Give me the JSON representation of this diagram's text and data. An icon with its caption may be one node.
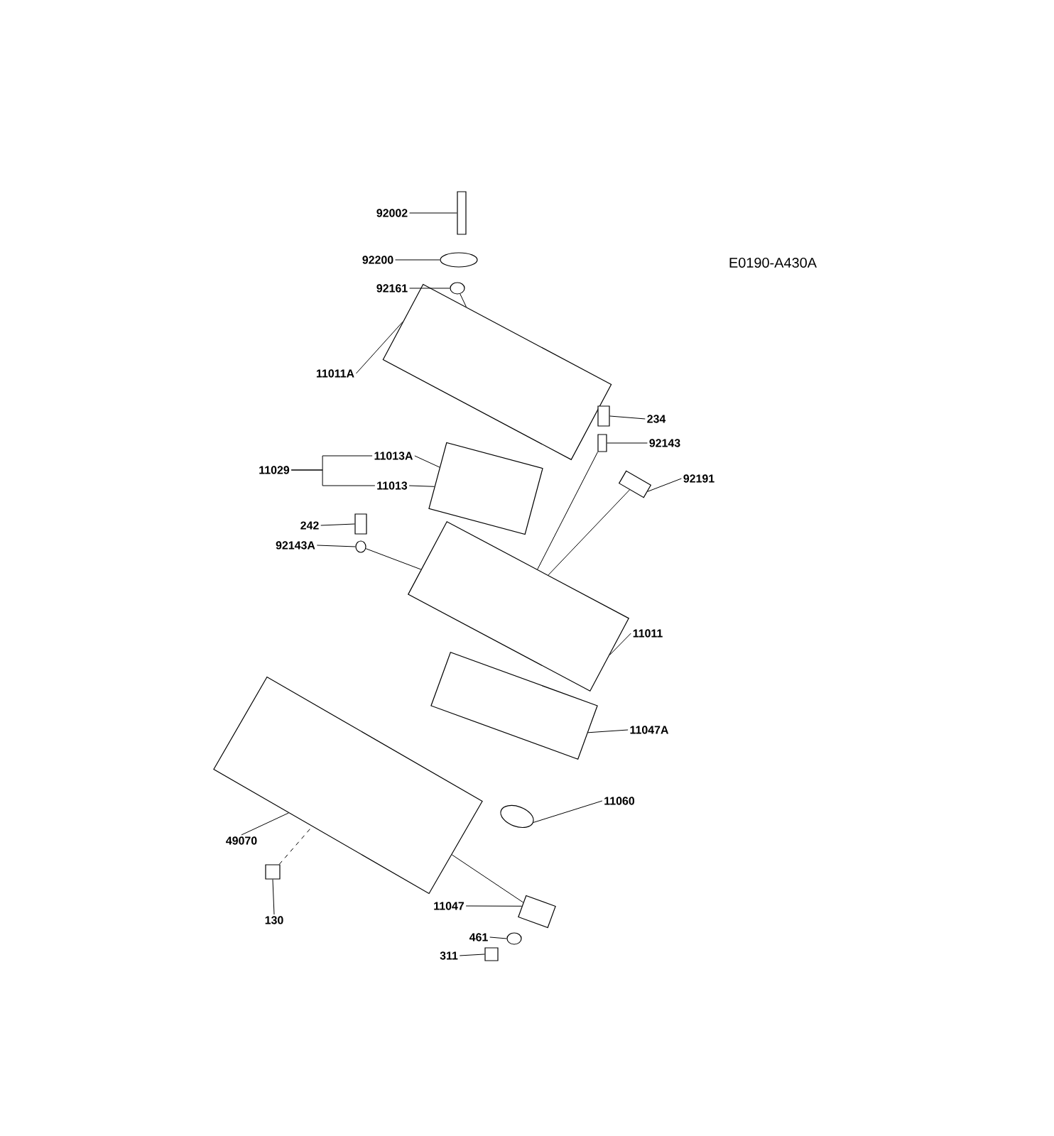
{
  "diagram": {
    "nodes": [
      {
        "text": [
          "92002"
        ]
      },
      {
        "text": [],
        "shape": "box"
      },
      {
        "text": [
          "92200"
        ]
      },
      {
        "text": [],
        "shape": "circle"
      },
      {
        "text": [
          "92161"
        ]
      },
      {
        "text": [],
        "shape": "circle"
      },
      {
        "text": [
          "11011A"
        ]
      },
      {
        "text": [],
        "shape": "box"
      },
      {
        "text": [
          "234"
        ]
      },
      {
        "text": [],
        "shape": "box"
      },
      {
        "text": [
          "92143"
        ]
      },
      {
        "text": [],
        "shape": "box"
      },
      {
        "text": [
          "92191"
        ]
      },
      {
        "text": [],
        "shape": "box"
      },
      {
        "text": [
          "11029"
        ]
      },
      {
        "text": [
          "11013A"
        ]
      },
      {
        "text": [
          "11013"
        ]
      },
      {
        "text": [],
        "shape": "box"
      },
      {
        "text": [
          "242"
        ]
      },
      {
        "text": [],
        "shape": "box"
      },
      {
        "text": [
          "92143A"
        ]
      },
      {
        "text": [],
        "shape": "circle"
      },
      {
        "text": [
          "11011"
        ]
      },
      {
        "text": [],
        "shape": "box"
      },
      {
        "text": [
          "11047A"
        ]
      },
      {
        "text": [],
        "shape": "box"
      },
      {
        "text": [
          "49070"
        ]
      },
      {
        "text": [],
        "shape": "box"
      },
      {
        "text": [
          "11060"
        ]
      },
      {
        "text": [],
        "shape": "circle"
      },
      {
        "text": [
          "130"
        ]
      },
      {
        "text": [],
        "shape": "box"
      },
      {
        "text": [
          "11047"
        ]
      },
      {
        "text": [],
        "shape": "box"
      },
      {
        "text": [
          "461"
        ]
      },
      {
        "text": [],
        "shape": "circle"
      },
      {
        "text": [
          "311"
        ]
      },
      {
        "text": [],
        "shape": "box"
      }
    ],
    "edges": [
      {
        "from": 0,
        "to": 1,
        "arrow": "none"
      },
      {
        "from": 2,
        "to": 3,
        "arrow": "none"
      },
      {
        "from": 4,
        "to": 5,
        "arrow": "none"
      },
      {
        "from": 6,
        "to": 7,
        "arrow": "none"
      },
      {
        "from": 8,
        "to": 9,
        "arrow": "none"
      },
      {
        "from": 10,
        "to": 11,
        "arrow": "none"
      },
      {
        "from": 12,
        "to": 13,
        "arrow": "none"
      },
      {
        "from": 14,
        "to": 15,
        "arrow": "none"
      },
      {
        "from": 14,
        "to": 16,
        "arrow": "none"
      },
      {
        "from": 15,
        "to": 17,
        "arrow": "none"
      },
      {
        "from": 16,
        "to": 17,
        "arrow": "none"
      },
      {
        "from": 18,
        "to": 19,
        "arrow": "none"
      },
      {
        "from": 20,
        "to": 21,
        "arrow": "none"
      },
      {
        "from": 22,
        "to": 23,
        "arrow": "none"
      },
      {
        "from": 24,
        "to": 25,
        "arrow": "none"
      },
      {
        "from": 26,
        "to": 27,
        "arrow": "none"
      },
      {
        "from": 28,
        "to": 29,
        "arrow": "none"
      },
      {
        "from": 30,
        "to": 31,
        "arrow": "none"
      },
      {
        "from": 32,
        "to": 33,
        "arrow": "none"
      },
      {
        "from": 34,
        "to": 35,
        "arrow": "none"
      },
      {
        "from": 36,
        "to": 37,
        "arrow": "none"
      },
      {
        "from": 5,
        "to": 7,
        "arrow": "none"
      },
      {
        "from": 11,
        "to": 23,
        "arrow": "none"
      },
      {
        "from": 13,
        "to": 23,
        "arrow": "none"
      },
      {
        "from": 21,
        "to": 23,
        "arrow": "none"
      },
      {
        "from": 31,
        "to": 27,
        "arrow": "none",
        "style": "dashed"
      },
      {
        "from": 33,
        "to": 27,
        "arrow": "none"
      }
    ],
    "labels": [
      "E0190-A430A"
    ]
  }
}
